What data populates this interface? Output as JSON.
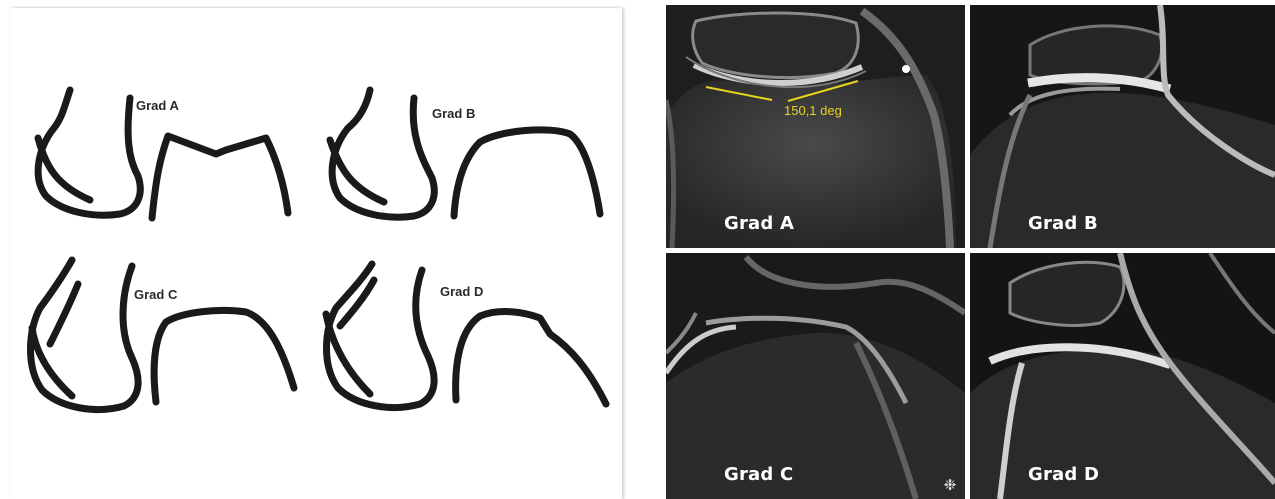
{
  "sketches": {
    "grade_a_label": "Grad A",
    "grade_b_label": "Grad B",
    "grade_c_label": "Grad C",
    "grade_d_label": "Grad D"
  },
  "mri": {
    "grade_a_label": "Grad A",
    "grade_b_label": "Grad B",
    "grade_c_label": "Grad C",
    "grade_d_label": "Grad D",
    "angle_measurement": "150,1 deg"
  },
  "colors": {
    "sketch_line": "#1a1a1a",
    "measurement_line": "#e8d21e",
    "mri_background": "#181818",
    "label_text": "#ffffff"
  }
}
